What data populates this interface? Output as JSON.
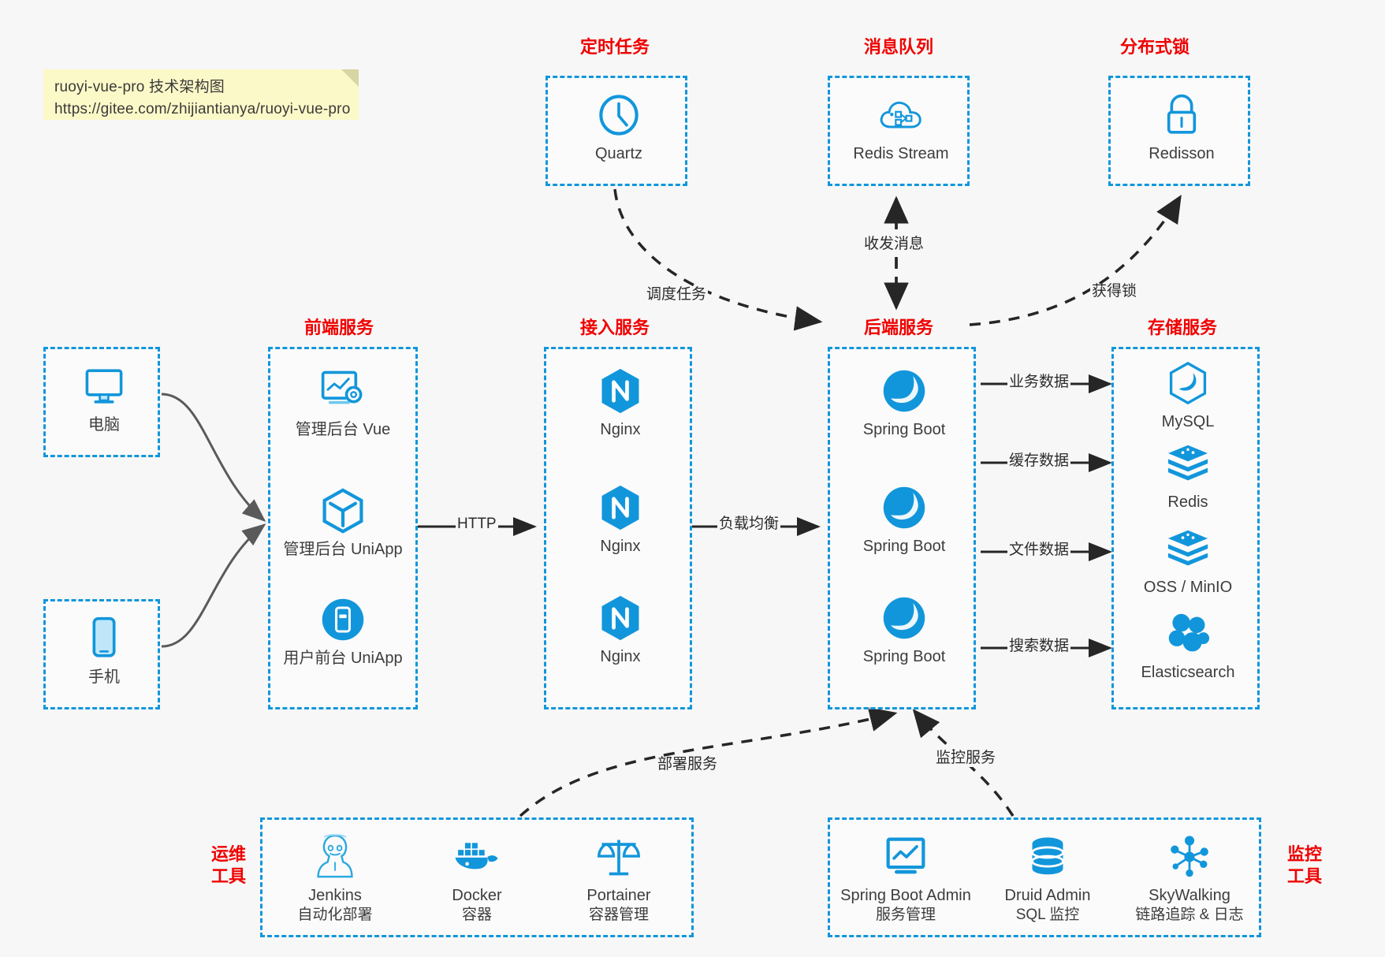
{
  "note": {
    "line1": "ruoyi-vue-pro 技术架构图",
    "line2": "https://gitee.com/zhijiantianya/ruoyi-vue-pro"
  },
  "groups": {
    "scheduler": {
      "label": "定时任务"
    },
    "mq": {
      "label": "消息队列"
    },
    "lock": {
      "label": "分布式锁"
    },
    "frontend": {
      "label": "前端服务"
    },
    "gateway": {
      "label": "接入服务"
    },
    "backend": {
      "label": "后端服务"
    },
    "storage": {
      "label": "存储服务"
    },
    "devops": {
      "label": "运维\n工具",
      "line1": "运维",
      "line2": "工具"
    },
    "monitor": {
      "label": "监控\n工具",
      "line1": "监控",
      "line2": "工具"
    }
  },
  "clients": [
    {
      "name": "电脑",
      "icon": "desktop-icon"
    },
    {
      "name": "手机",
      "icon": "mobile-icon"
    }
  ],
  "scheduler_nodes": [
    {
      "name": "Quartz",
      "icon": "clock-icon"
    }
  ],
  "mq_nodes": [
    {
      "name": "Redis Stream",
      "icon": "cloud-stream-icon"
    }
  ],
  "lock_nodes": [
    {
      "name": "Redisson",
      "icon": "lock-icon"
    }
  ],
  "frontend_nodes": [
    {
      "name": "管理后台 Vue",
      "icon": "dashboard-gear-icon"
    },
    {
      "name": "管理后台 UniApp",
      "icon": "cube-icon"
    },
    {
      "name": "用户前台 UniApp",
      "icon": "phone-circle-icon"
    }
  ],
  "gateway_nodes": [
    {
      "name": "Nginx",
      "icon": "nginx-icon"
    },
    {
      "name": "Nginx",
      "icon": "nginx-icon"
    },
    {
      "name": "Nginx",
      "icon": "nginx-icon"
    }
  ],
  "backend_nodes": [
    {
      "name": "Spring Boot",
      "icon": "spring-boot-icon"
    },
    {
      "name": "Spring Boot",
      "icon": "spring-boot-icon"
    },
    {
      "name": "Spring Boot",
      "icon": "spring-boot-icon"
    }
  ],
  "storage_nodes": [
    {
      "name": "MySQL",
      "icon": "mysql-icon"
    },
    {
      "name": "Redis",
      "icon": "redis-icon"
    },
    {
      "name": "OSS / MinIO",
      "icon": "oss-icon"
    },
    {
      "name": "Elasticsearch",
      "icon": "elasticsearch-icon"
    }
  ],
  "devops_nodes": [
    {
      "name": "Jenkins",
      "sub": "自动化部署",
      "icon": "jenkins-icon"
    },
    {
      "name": "Docker",
      "sub": "容器",
      "icon": "docker-icon"
    },
    {
      "name": "Portainer",
      "sub": "容器管理",
      "icon": "scales-icon"
    }
  ],
  "monitor_nodes": [
    {
      "name": "Spring Boot Admin",
      "sub": "服务管理",
      "icon": "monitor-chart-icon"
    },
    {
      "name": "Druid Admin",
      "sub": "SQL 监控",
      "icon": "database-icon"
    },
    {
      "name": "SkyWalking",
      "sub": "链路追踪 & 日志",
      "icon": "skywalking-icon"
    }
  ],
  "edges": {
    "http": "HTTP",
    "load_balance": "负载均衡",
    "schedule_task": "调度任务",
    "send_receive_message": "收发消息",
    "acquire_lock": "获得锁",
    "business_data": "业务数据",
    "cache_data": "缓存数据",
    "file_data": "文件数据",
    "search_data": "搜索数据",
    "deploy_service": "部署服务",
    "monitor_service": "监控服务"
  },
  "colors": {
    "accent_blue": "#1296db",
    "icon_blue": "#1296db",
    "label_red": "#f00000",
    "note_yellow": "#fcf9c8",
    "background": "#f7f7f7",
    "arrow_dark": "#262626",
    "curve_gray": "#5a5a5a"
  }
}
